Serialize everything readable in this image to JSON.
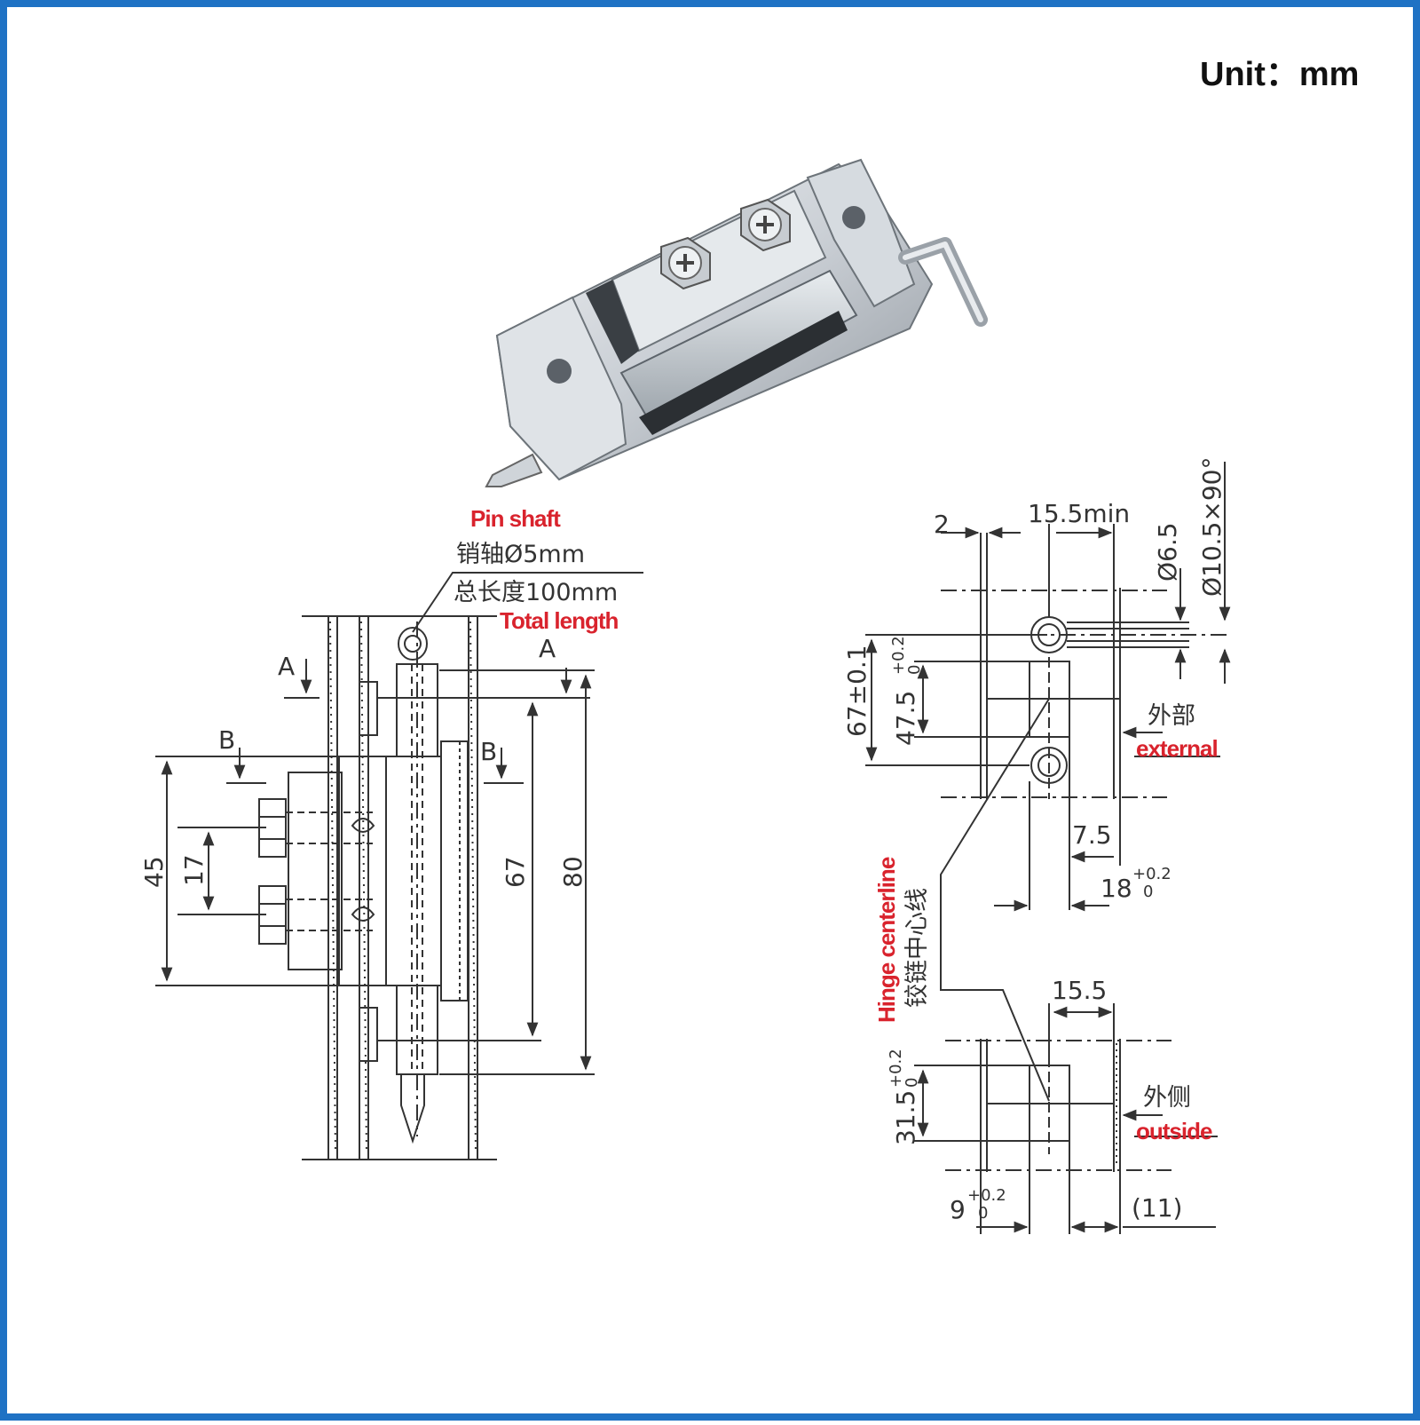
{
  "unit_label": "Unit：mm",
  "border_color": "#1f72c4",
  "accent_red": "#d9232d",
  "left_drawing": {
    "pin_shaft_en": "Pin shaft",
    "pin_shaft_cn": "销轴Ø5mm",
    "total_length_cn": "总长度100mm",
    "total_length_en": "Total length",
    "section_a": "A",
    "section_b": "B",
    "dim_45": "45",
    "dim_17": "17",
    "dim_67": "67",
    "dim_80": "80"
  },
  "right_drawing": {
    "dim_2": "2",
    "dim_15_5_min": "15.5min",
    "dim_phi6_5": "Ø6.5",
    "dim_phi10_5": "Ø10.5×90°",
    "dim_67_tol": "67±0.1",
    "dim_47_5": "47.5",
    "tol_plus": "+0.2",
    "tol_zero": "0",
    "external_cn": "外部",
    "external_en": "external",
    "dim_7_5": "7.5",
    "dim_18": "18",
    "hinge_centerline_en": "Hinge centerline",
    "hinge_centerline_cn": "铰链中心线",
    "dim_15_5": "15.5",
    "dim_31_5": "31.5",
    "outside_cn": "外侧",
    "outside_en": "outside",
    "dim_9": "9",
    "dim_11": "(11)"
  }
}
